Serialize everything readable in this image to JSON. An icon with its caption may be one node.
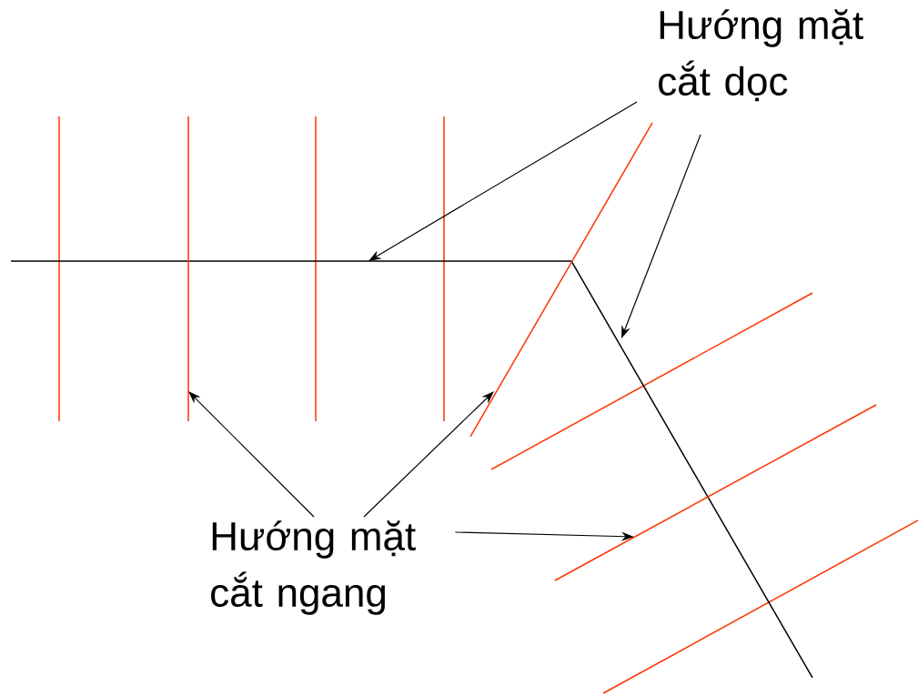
{
  "diagram": {
    "nodes": [
      {
        "text": [
          "Hướng mặt cắt dọc"
        ]
      },
      {
        "text": [
          "Hướng mặt cắt ngang"
        ]
      },
      {
        "text": [],
        "shape": "line"
      },
      {
        "text": [],
        "shape": "line"
      },
      {
        "text": [],
        "shape": "line"
      },
      {
        "text": [],
        "shape": "line"
      },
      {
        "text": [],
        "shape": "line"
      }
    ],
    "edges": [
      {
        "from": 0,
        "to": 2,
        "arrow": "to"
      },
      {
        "from": 0,
        "to": 3,
        "arrow": "to"
      },
      {
        "from": 1,
        "to": 4,
        "arrow": "to"
      },
      {
        "from": 1,
        "to": 5,
        "arrow": "to"
      },
      {
        "from": 1,
        "to": 6,
        "arrow": "to"
      }
    ]
  }
}
